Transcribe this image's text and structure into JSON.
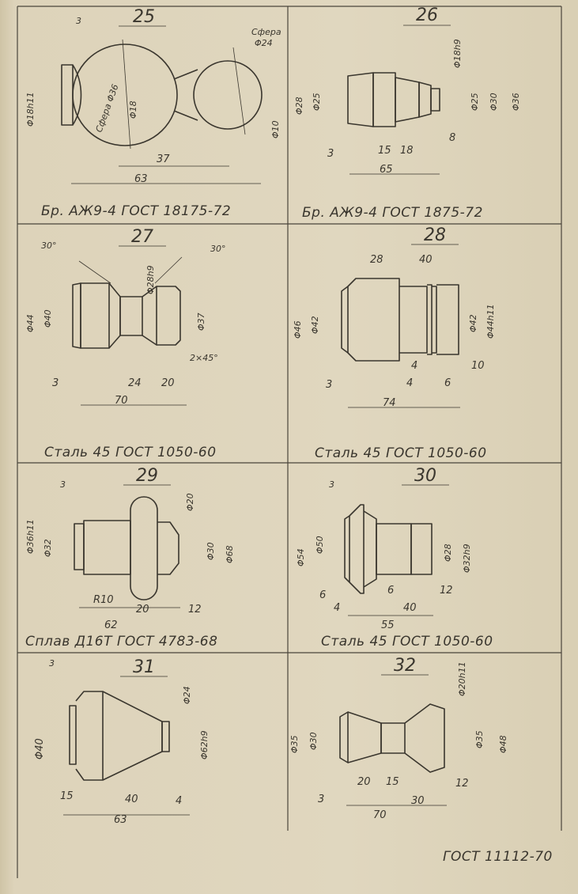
{
  "footer": "ГОСТ 11112-70",
  "parts": [
    {
      "number": "25",
      "material": "Бр. АЖ9-4  ГОСТ 18175-72",
      "labels": [
        "3",
        "Сфера",
        "Φ24",
        "Φ18h11",
        "Сфера Φ36",
        "Φ18",
        "Φ10",
        "37",
        "63"
      ]
    },
    {
      "number": "26",
      "material": "Бр. АЖ9-4  ГОСТ 1875-72",
      "labels": [
        "Φ18h9",
        "Φ28",
        "Φ25",
        "Φ25",
        "Φ30",
        "Φ36",
        "3",
        "15",
        "18",
        "8",
        "65"
      ]
    },
    {
      "number": "27",
      "material": "Сталь 45  ГОСТ 1050-60",
      "labels": [
        "30°",
        "30°",
        "Φ28h9",
        "Φ44",
        "Φ40",
        "Φ37",
        "2×45°",
        "3",
        "24",
        "20",
        "70"
      ]
    },
    {
      "number": "28",
      "material": "Сталь 45  ГОСТ 1050-60",
      "labels": [
        "28",
        "40",
        "Φ46",
        "Φ42",
        "Φ42",
        "Φ44h11",
        "4",
        "10",
        "3",
        "4",
        "6",
        "74"
      ]
    },
    {
      "number": "29",
      "material": "Сплав Д16Т  ГОСТ 4783-68",
      "labels": [
        "3",
        "Φ20",
        "Φ36h11",
        "Φ32",
        "Φ30",
        "Φ68",
        "R10",
        "20",
        "12",
        "62"
      ]
    },
    {
      "number": "30",
      "material": "Сталь 45  ГОСТ 1050-60",
      "labels": [
        "3",
        "Φ54",
        "Φ50",
        "Φ28",
        "Φ32h9",
        "6",
        "6",
        "12",
        "4",
        "40",
        "55"
      ]
    },
    {
      "number": "31",
      "material": "",
      "labels": [
        "3",
        "Φ24",
        "Φ40",
        "Φ62h9",
        "15",
        "40",
        "4",
        "63"
      ]
    },
    {
      "number": "32",
      "material": "",
      "labels": [
        "Φ20h11",
        "Φ35",
        "Φ30",
        "Φ35",
        "Φ48",
        "20",
        "15",
        "12",
        "3",
        "30",
        "70"
      ]
    }
  ]
}
